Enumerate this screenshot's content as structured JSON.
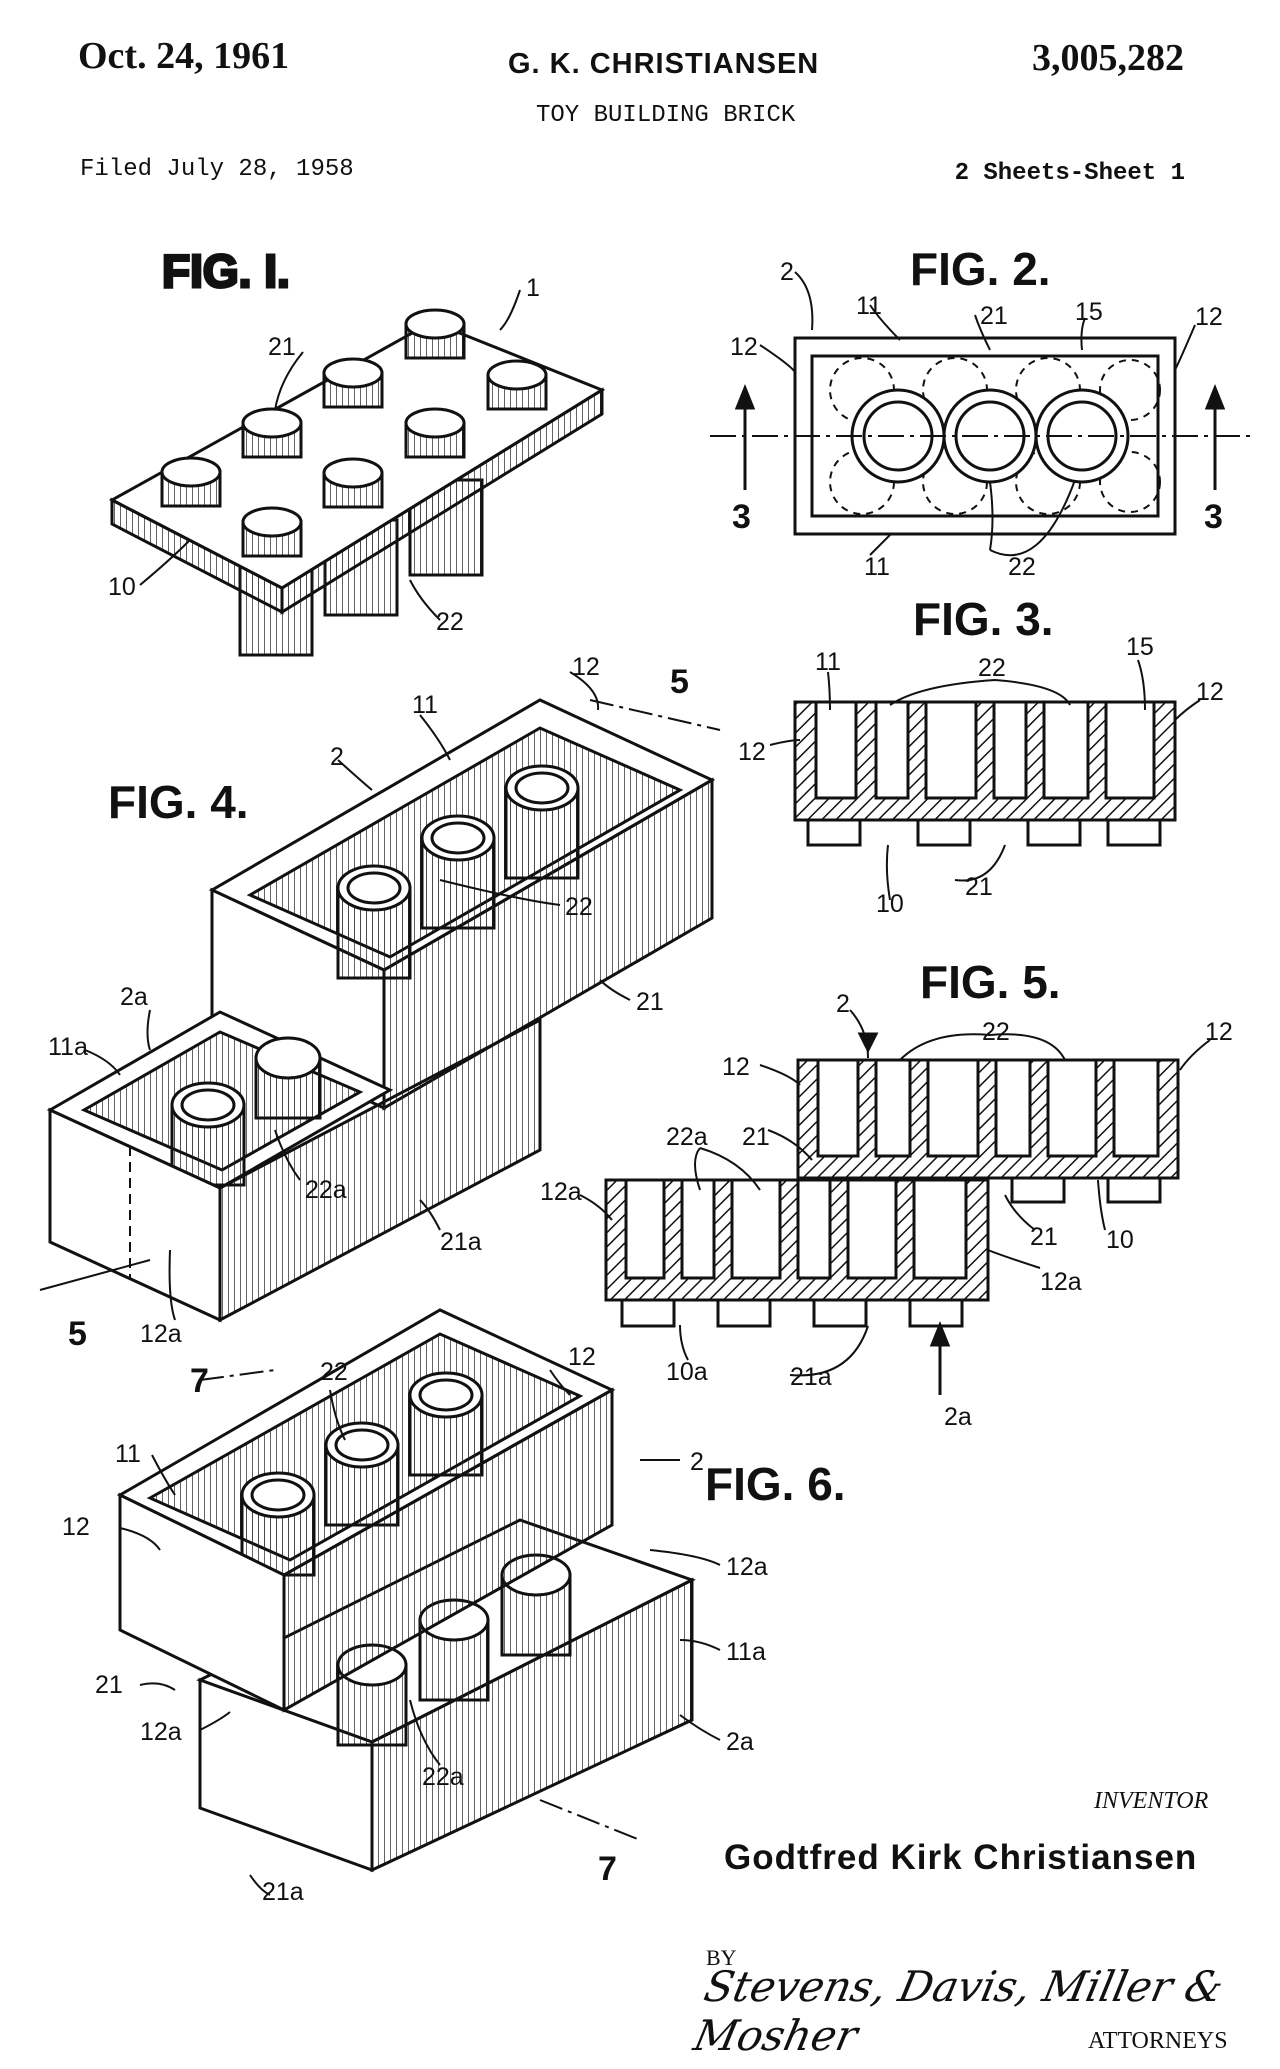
{
  "header": {
    "date": "Oct. 24, 1961",
    "inventor_short": "G. K. CHRISTIANSEN",
    "patent_number": "3,005,282",
    "title": "TOY BUILDING BRICK",
    "filed": "Filed July 28, 1958",
    "sheets": "2 Sheets-Sheet 1"
  },
  "figures": {
    "fig1": "FIG. I.",
    "fig2": "FIG. 2.",
    "fig3": "FIG. 3.",
    "fig4": "FIG. 4.",
    "fig5": "FIG. 5.",
    "fig6": "FIG. 6."
  },
  "refs": {
    "r1": "1",
    "r2": "2",
    "r2a": "2a",
    "r3": "3",
    "r5": "5",
    "r7": "7",
    "r10": "10",
    "r10a": "10a",
    "r11": "11",
    "r11a": "11a",
    "r12": "12",
    "r12a": "12a",
    "r15": "15",
    "r21": "21",
    "r21a": "21a",
    "r22": "22",
    "r22a": "22a"
  },
  "footer": {
    "inventor_label": "INVENTOR",
    "inventor_name": "Godtfred Kirk Christiansen",
    "by": "BY",
    "signature": "Stevens, Davis, Miller & Mosher",
    "attorneys": "ATTORNEYS"
  }
}
